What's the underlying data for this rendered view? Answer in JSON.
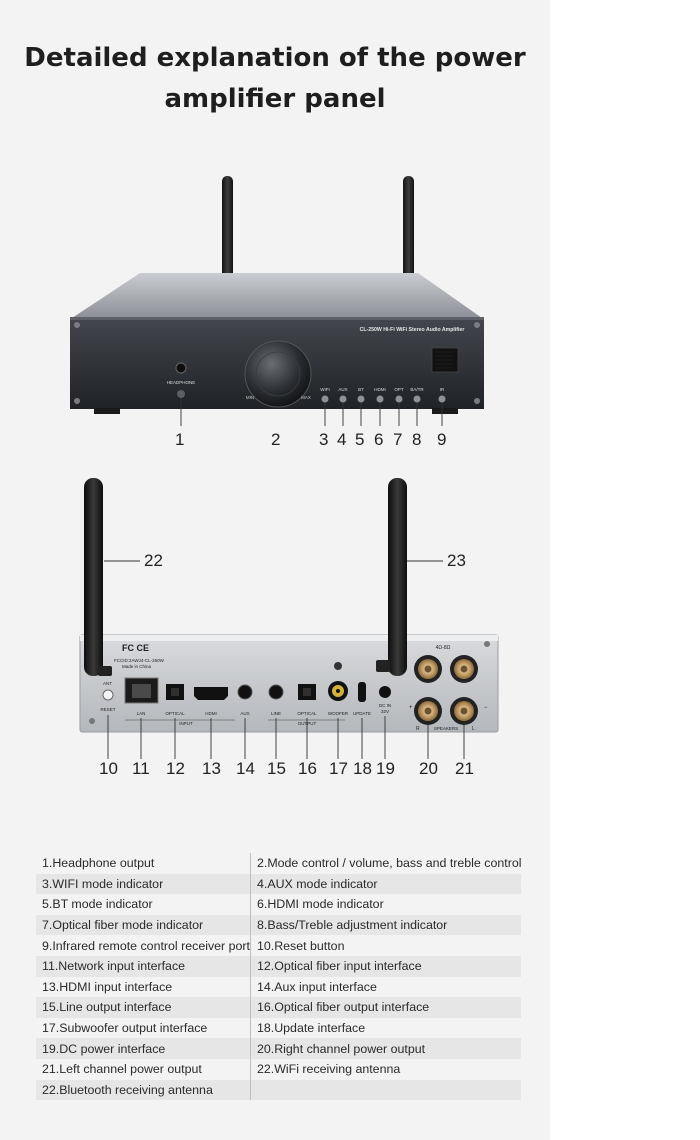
{
  "title": {
    "line1": "Detailed explanation of the power",
    "line2": "amplifier panel"
  },
  "front_panel": {
    "model_text": "CL-250W Hi-Fi WiFi Stereo Audio Amplifier",
    "headphone_label": "HEADPHONE",
    "knob_min": "MIN",
    "knob_max": "MAX",
    "indicators": [
      "WIFI",
      "AUX",
      "BT",
      "HDMI",
      "OPT",
      "BA/TR",
      "IR"
    ],
    "callouts": [
      "1",
      "2",
      "3",
      "4",
      "5",
      "6",
      "7",
      "8",
      "9"
    ]
  },
  "rear_panel": {
    "cert_marks": "FC CE",
    "fcc_id_line1": "FCCID:2AWJ4-CL-250W",
    "fcc_id_line2": "Made in China",
    "ant_label": "ANT",
    "reset_label": "RESET",
    "port_labels": {
      "lan": "LAN",
      "optical_in": "OPTICAL",
      "hdmi": "HDMI",
      "aux": "AUX",
      "line": "LINE",
      "optical_out": "OPTICAL",
      "woofer": "WOOFER",
      "update": "UPDATE",
      "dcin_1": "DC IN",
      "dcin_2": "32V"
    },
    "input_group": "INPUT",
    "output_group": "OUTPUT",
    "impedance": "4Ω-8Ω",
    "speakers_label": "SPEAKERS",
    "speaker_r": "R",
    "speaker_l": "L",
    "speaker_plus": "+",
    "speaker_minus": "−",
    "antenna_callouts": [
      "22",
      "23"
    ],
    "callouts": [
      "10",
      "11",
      "12",
      "13",
      "14",
      "15",
      "16",
      "17",
      "18",
      "19",
      "20",
      "21"
    ]
  },
  "legend_rows": [
    [
      "1.Headphone output",
      "2.Mode control / volume, bass and treble control"
    ],
    [
      "3.WIFI mode indicator",
      "4.AUX mode indicator"
    ],
    [
      "5.BT mode indicator",
      "6.HDMI mode indicator"
    ],
    [
      "7.Optical fiber mode indicator",
      "8.Bass/Treble adjustment indicator"
    ],
    [
      "9.Infrared remote control receiver port",
      "10.Reset button"
    ],
    [
      "11.Network input interface",
      "12.Optical fiber input interface"
    ],
    [
      "13.HDMI input interface",
      "14.Aux input interface"
    ],
    [
      "15.Line output interface",
      "16.Optical fiber output interface"
    ],
    [
      "17.Subwoofer output interface",
      "18.Update interface"
    ],
    [
      "19.DC power interface",
      "20.Right channel power output"
    ],
    [
      "21.Left channel power output",
      "22.WiFi receiving antenna"
    ],
    [
      "22.Bluetooth receiving antenna",
      ""
    ]
  ]
}
